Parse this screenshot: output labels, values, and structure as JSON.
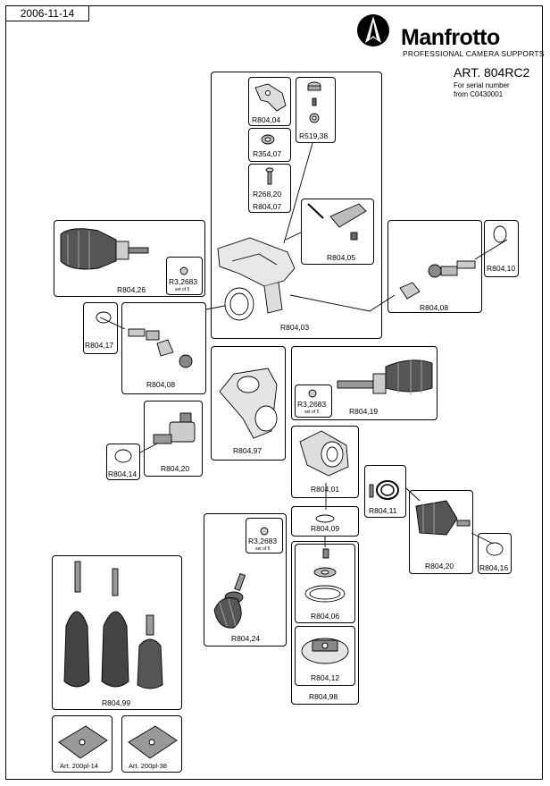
{
  "date": "2006-11-14",
  "brand": {
    "name": "Manfrotto",
    "tagline": "PROFESSIONAL CAMERA SUPPORTS"
  },
  "article": "ART. 804RC2",
  "serial": {
    "line1": "For serial number",
    "line2": "from C0430001"
  },
  "parts": {
    "r804_04": "R804,04",
    "r519_38": "R519,38",
    "r354_07": "R354,07",
    "r268_20": "R268,20",
    "r804_07": "R804,07",
    "r804_05": "R804,05",
    "r804_03": "R804,03",
    "r804_26": "R804,26",
    "r3_2683": "R3,2683",
    "set_of_5": "set of 5",
    "r804_10": "R804,10",
    "r804_08": "R804,08",
    "r804_17": "R804,17",
    "r804_19": "R804,19",
    "r804_97": "R804,97",
    "r804_14": "R804,14",
    "r804_20": "R804,20",
    "r804_01": "R804,01",
    "r804_11": "R804,11",
    "r804_09": "R804,09",
    "r804_16": "R804,16",
    "r804_24": "R804,24",
    "r804_06": "R804,06",
    "r804_12": "R804,12",
    "r804_98": "R804,98",
    "r804_99": "R804,99",
    "art_200pl_14": "Art. 200pl-14",
    "art_200pl_38": "Art. 200pl-38"
  }
}
